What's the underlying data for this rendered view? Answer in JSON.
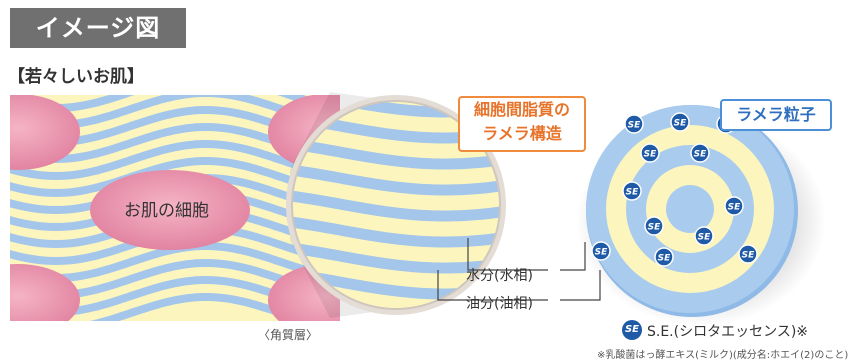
{
  "title": "イメージ図",
  "section_title": "【若々しいお肌】",
  "cell_label": "お肌の細胞",
  "caption_kakushitsu": "〈角質層〉",
  "lamella_box": {
    "line1": "細胞間脂質の",
    "line2": "ラメラ構造"
  },
  "particle_box": "ラメラ粒子",
  "label_water": "水分(水相)",
  "label_oil": "油分(油相)",
  "se_mark": "SE",
  "legend_text": "S.E.(シロタエッセンス)※",
  "footnote": "※乳酸菌はっ酵エキス(ミルク)(成分名:ホエイ(2)のこと)",
  "colors": {
    "background_yellow": "#fdf5be",
    "water_blue": "#a4c6ea",
    "cell_pink": "#ec93ae",
    "accent_orange": "#f08a3c",
    "accent_blue": "#4a8fd8",
    "se_badge": "#1f5aa6"
  }
}
